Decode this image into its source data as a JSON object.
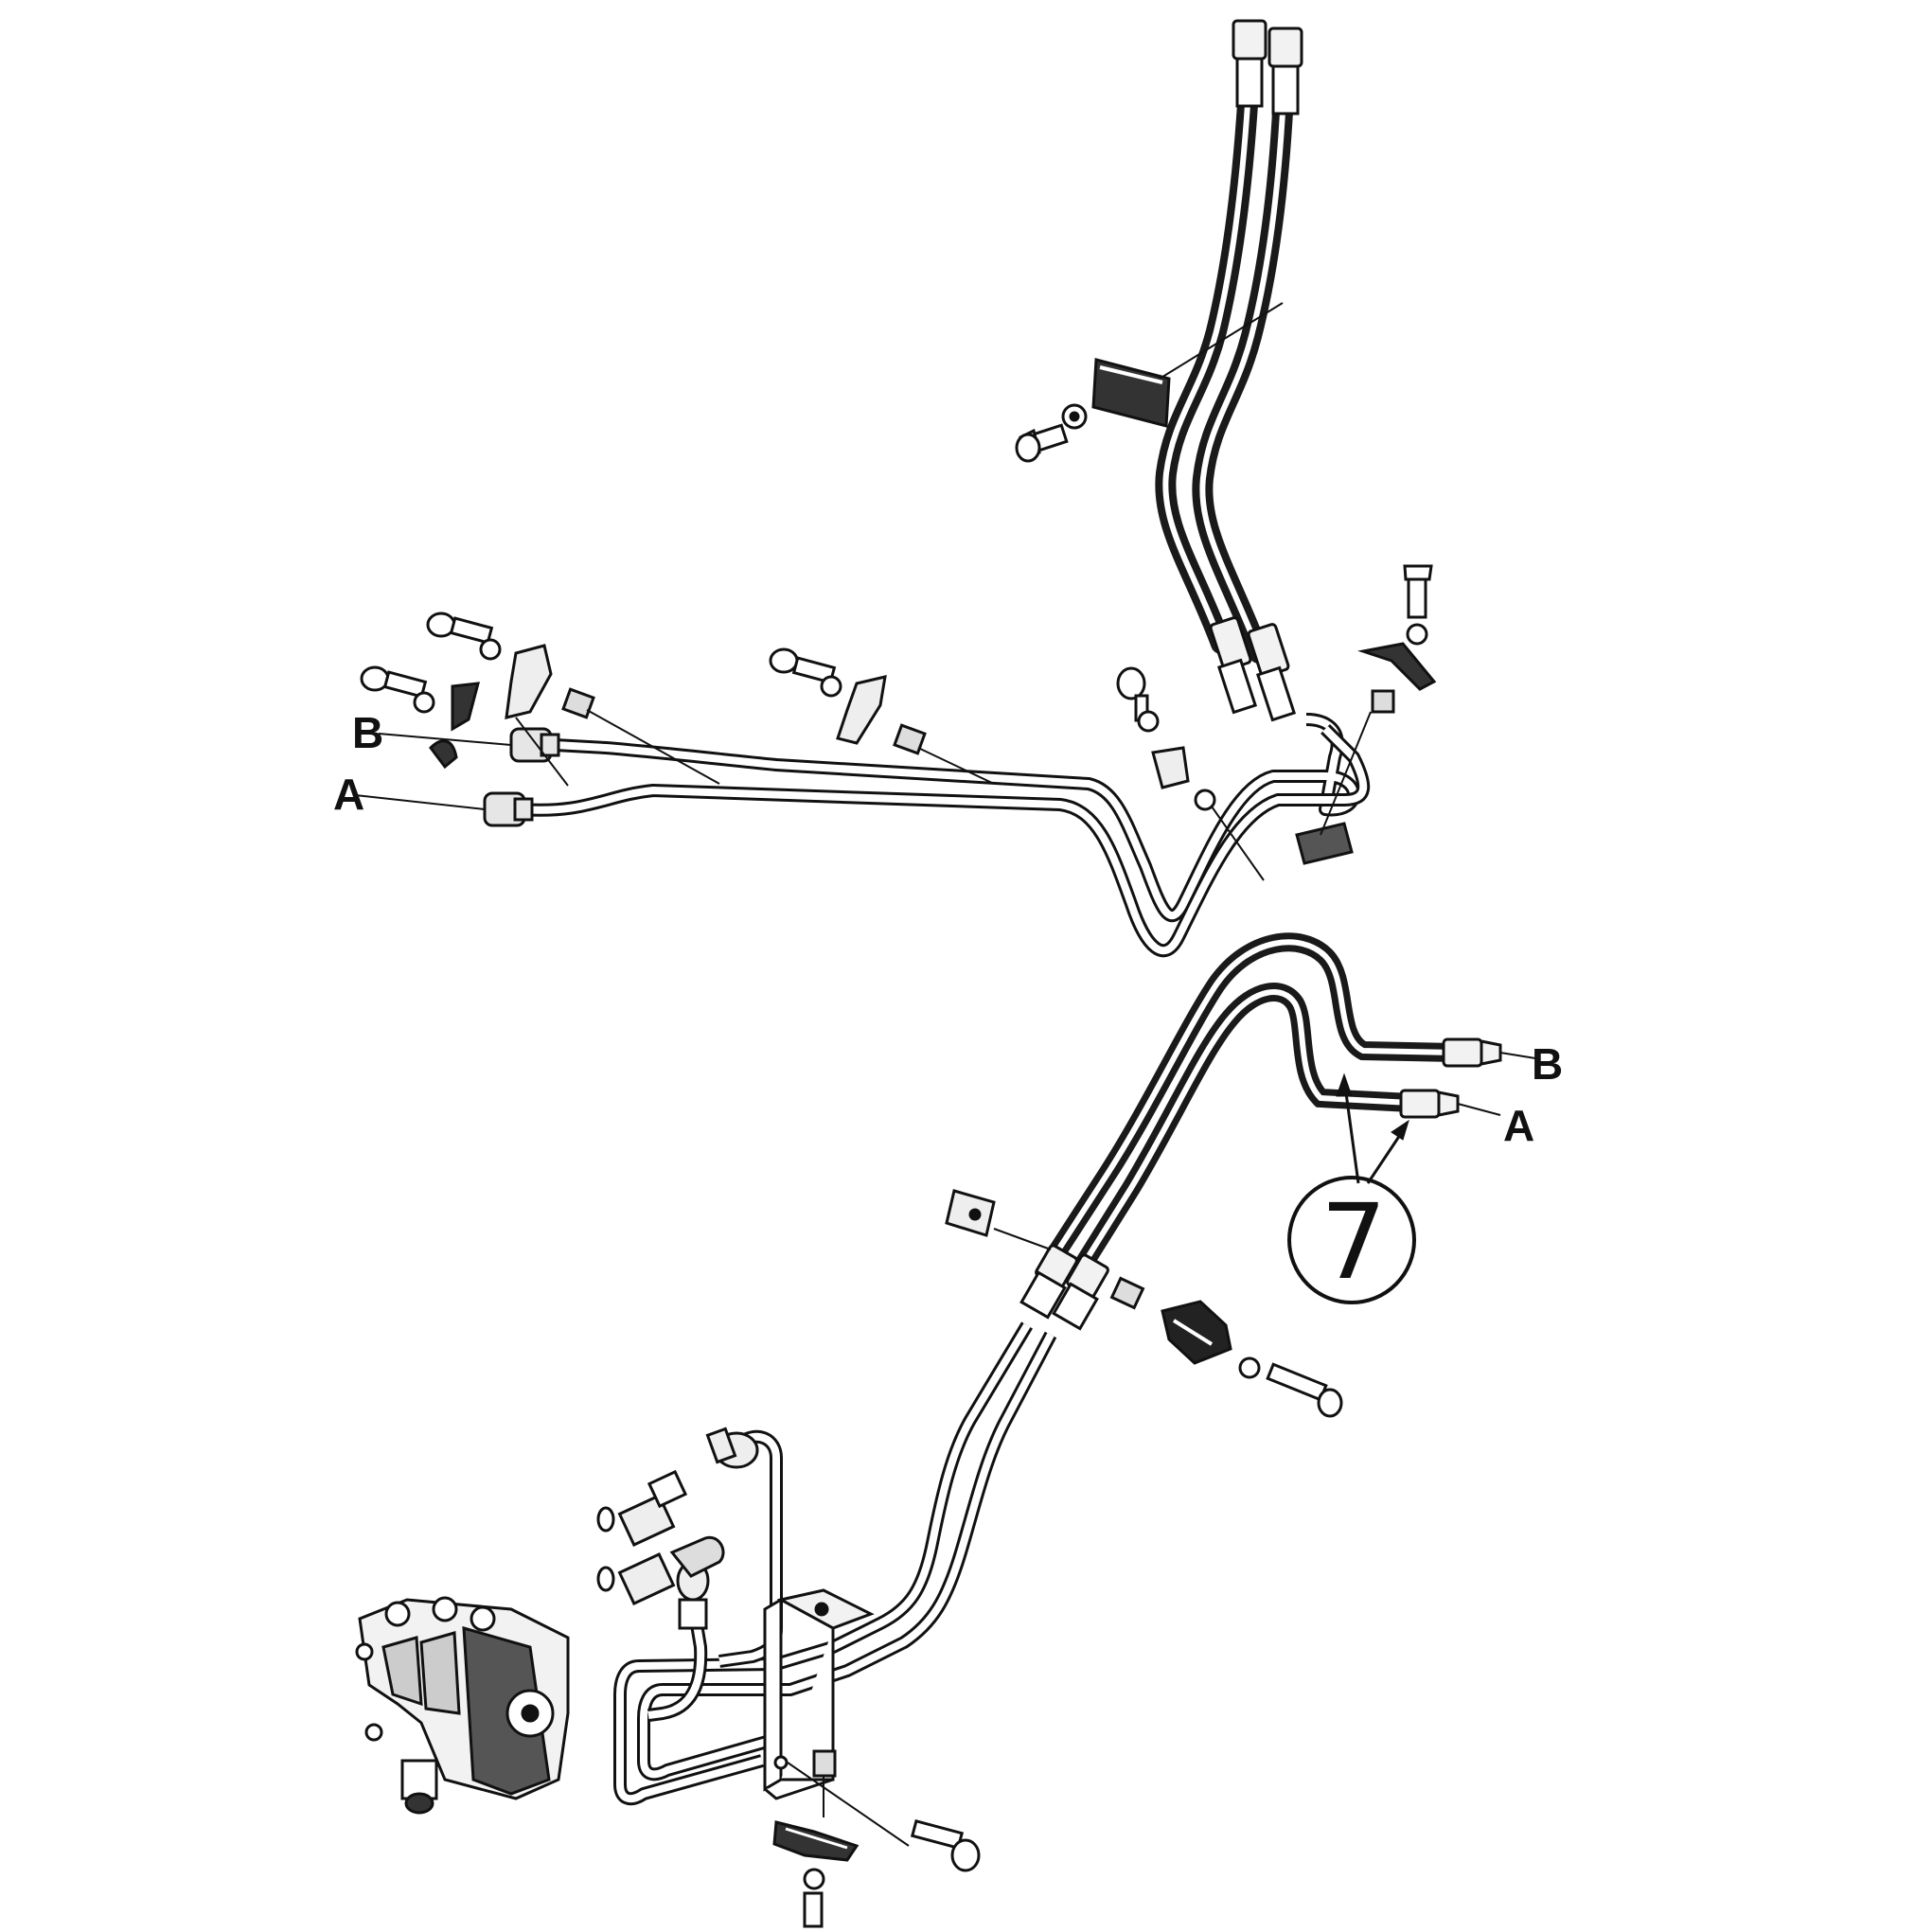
{
  "labels": {
    "upper_line_b": "B",
    "upper_line_a": "A",
    "lower_line_b": "B",
    "lower_line_a": "A",
    "callout": "7"
  },
  "colors": {
    "ink": "#111111",
    "hose": "#1a1a1a",
    "paper": "#ffffff",
    "part_fill": "#f2f2f2",
    "part_shade": "#9a9a9a"
  }
}
